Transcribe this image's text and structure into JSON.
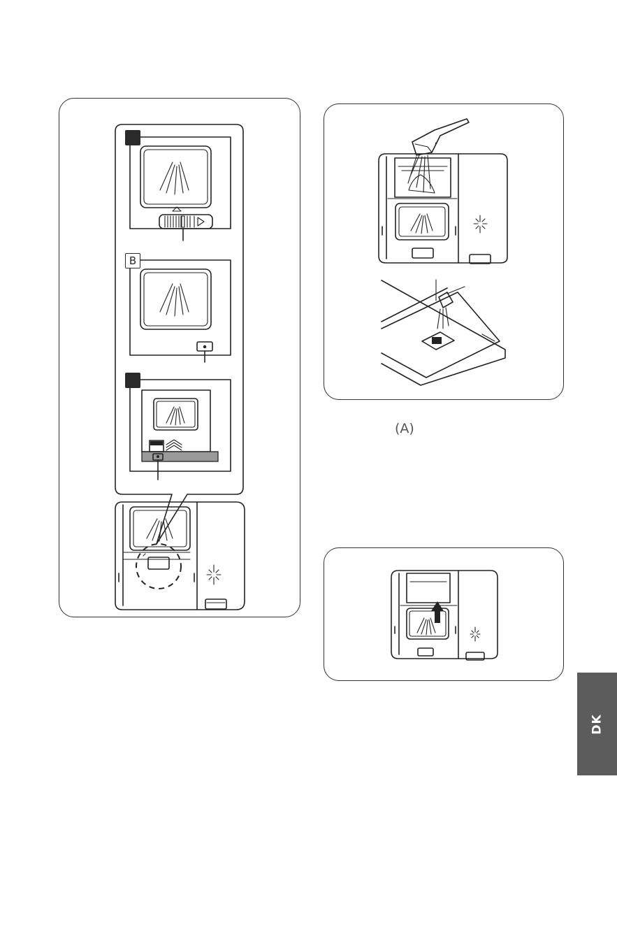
{
  "labels": {
    "badge_b": "B",
    "callout_a": "(A)"
  },
  "side_tab": {
    "label": "DK",
    "color": "#5c5c5c"
  },
  "colors": {
    "line": "#222222",
    "panel_border": "#333333",
    "badge": "#2a2a2a",
    "strip": "#9a9a9a"
  }
}
